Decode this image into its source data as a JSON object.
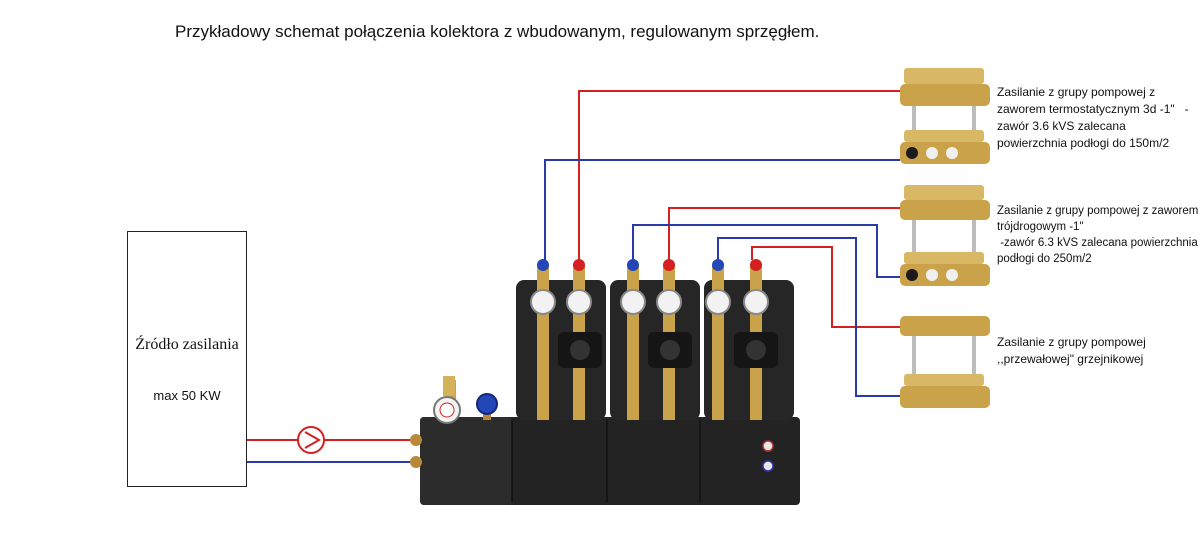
{
  "title": "Przykładowy schemat połączenia  kolektora z wbudowanym, regulowanym sprzęgłem.",
  "source": {
    "label": "Źródło zasilania",
    "power": "max 50 KW"
  },
  "circuits": [
    {
      "description": "Zasilanie z grupy pompowej z\nzaworem termostatycznym 3d -1\"   -\nzawór 3.6 kVS zalecana\npowierzchnia podłogi do 150m/2"
    },
    {
      "description": "Zasilanie z grupy pompowej z zaworem\ntrójdrogowym -1\"\n -zawór 6.3 kVS zalecana powierzchnia\npodłogi do 250m/2"
    },
    {
      "description": "Zasilanie z grupy pompowej\n,,przewałowej\" grzejnikowej"
    }
  ],
  "colors": {
    "supply": "#d42020",
    "return": "#2a3aa8",
    "insulation": "#2a2a2a",
    "brass": "#c9a24a"
  }
}
